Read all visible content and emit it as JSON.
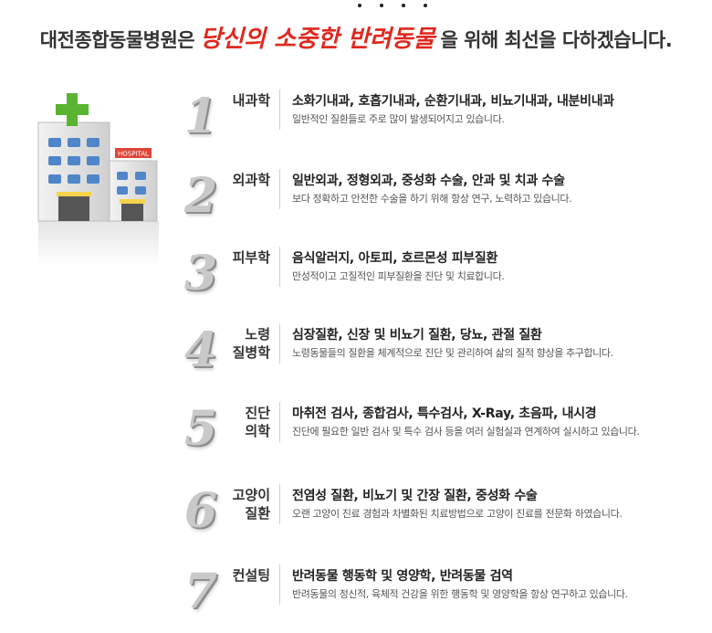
{
  "header": {
    "prefix": "대전종합동물병원은",
    "highlight": "당신의 소중한 반려동물",
    "suffix": "을 위해 최선을 다하겠습니다.",
    "highlight_color": "#e0281e"
  },
  "building": {
    "sign": "HOSPITAL"
  },
  "items": [
    {
      "num": "1",
      "cat1": "내과학",
      "cat2": "",
      "title": "소화기내과, 호흡기내과, 순환기내과, 비뇨기내과, 내분비내과",
      "desc": "일반적인 질환들로 주로 많이 발생되어지고 있습니다."
    },
    {
      "num": "2",
      "cat1": "외과학",
      "cat2": "",
      "title": "일반외과, 정형외과, 중성화 수술, 안과 및 치과 수술",
      "desc": "보다 정확하고 안전한 수술을 하기 위해 항상 연구, 노력하고 있습니다."
    },
    {
      "num": "3",
      "cat1": "피부학",
      "cat2": "",
      "title": "음식알러지, 아토피, 호르몬성 피부질환",
      "desc": "만성적이고 고질적인 피부질환을 진단 및 치료합니다."
    },
    {
      "num": "4",
      "cat1": "노령",
      "cat2": "질병학",
      "title": "심장질환, 신장 및 비뇨기 질환, 당뇨, 관절 질환",
      "desc": "노령동물들의 질환을 체계적으로 진단 및 관리하여 삶의 질적 향상을 추구합니다."
    },
    {
      "num": "5",
      "cat1": "진단",
      "cat2": "의학",
      "title": "마취전 검사, 종합검사, 특수검사, X-Ray, 초음파, 내시경",
      "desc": "진단에 필요한 일반 검사 및 특수 검사 등을 여러 실험실과 연계하여 실시하고 있습니다."
    },
    {
      "num": "6",
      "cat1": "고양이",
      "cat2": "질환",
      "title": "전염성 질환, 비뇨기 및 간장 질환, 중성화 수술",
      "desc": "오랜 고양이 진료 경험과 차별화된 치료방법으로 고양이 진료를 전문화 하였습니다."
    },
    {
      "num": "7",
      "cat1": "컨설팅",
      "cat2": "",
      "title": "반려동물 행동학 및 영양학, 반려동물 검역",
      "desc": "반려동물의 정신적, 육체적 건강을 위한 행동학 및 영양학을 항상 연구하고 있습니다."
    }
  ]
}
